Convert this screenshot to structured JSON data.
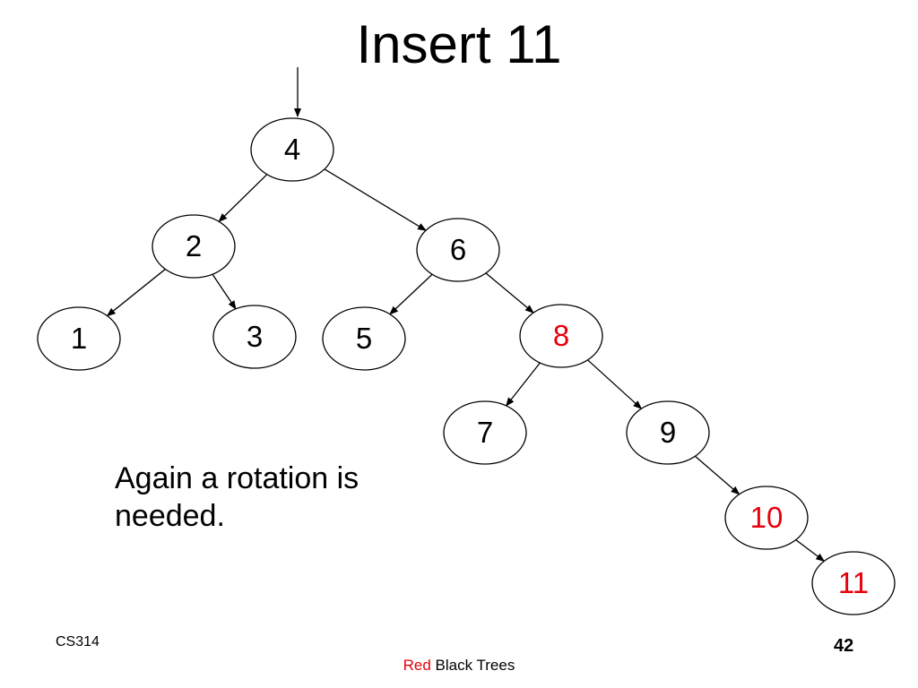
{
  "slide": {
    "title": "Insert 11",
    "note": "Again a rotation is needed.",
    "footer": {
      "course": "CS314",
      "topic_red": "Red",
      "topic_rest": " Black Trees",
      "page_number": "42"
    }
  },
  "colors": {
    "red_node_text": "#e8000b",
    "black_node_text": "#000000",
    "edge": "#000000"
  },
  "tree": {
    "nodes": [
      {
        "id": "n4",
        "label": "4",
        "color": "black"
      },
      {
        "id": "n2",
        "label": "2",
        "color": "black"
      },
      {
        "id": "n6",
        "label": "6",
        "color": "black"
      },
      {
        "id": "n1",
        "label": "1",
        "color": "black"
      },
      {
        "id": "n3",
        "label": "3",
        "color": "black"
      },
      {
        "id": "n5",
        "label": "5",
        "color": "black"
      },
      {
        "id": "n8",
        "label": "8",
        "color": "red"
      },
      {
        "id": "n7",
        "label": "7",
        "color": "black"
      },
      {
        "id": "n9",
        "label": "9",
        "color": "black"
      },
      {
        "id": "n10",
        "label": "10",
        "color": "red"
      },
      {
        "id": "n11",
        "label": "11",
        "color": "red"
      }
    ],
    "edges": [
      {
        "from": "n4",
        "to": "n2"
      },
      {
        "from": "n4",
        "to": "n6"
      },
      {
        "from": "n2",
        "to": "n1"
      },
      {
        "from": "n2",
        "to": "n3"
      },
      {
        "from": "n6",
        "to": "n5"
      },
      {
        "from": "n6",
        "to": "n8"
      },
      {
        "from": "n8",
        "to": "n7"
      },
      {
        "from": "n8",
        "to": "n9"
      },
      {
        "from": "n9",
        "to": "n10"
      },
      {
        "from": "n10",
        "to": "n11"
      }
    ],
    "root_pointer": "n4"
  }
}
